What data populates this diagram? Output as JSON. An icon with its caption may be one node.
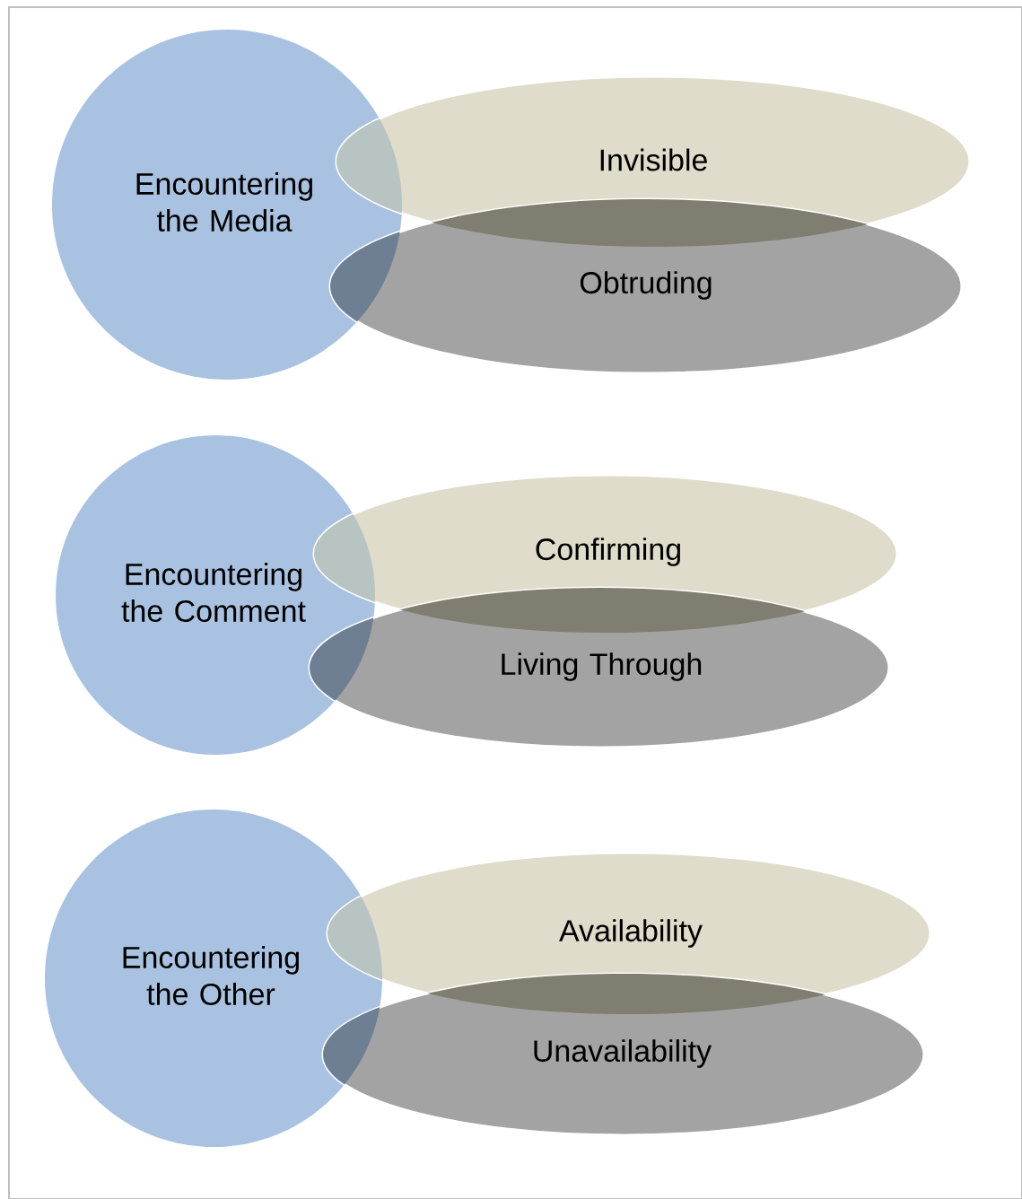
{
  "diagram": {
    "nodes": [
      {
        "text": [
          "Encountering the Media"
        ]
      },
      {
        "text": [
          "Invisible"
        ]
      },
      {
        "text": [
          "Obtruding"
        ]
      },
      {
        "text": [
          "Encountering the Comment"
        ]
      },
      {
        "text": [
          "Confirming"
        ]
      },
      {
        "text": [
          "Living Through"
        ]
      },
      {
        "text": [
          "Encountering the Other"
        ]
      },
      {
        "text": [
          "Availability"
        ]
      },
      {
        "text": [
          "Unavailability"
        ]
      }
    ]
  }
}
